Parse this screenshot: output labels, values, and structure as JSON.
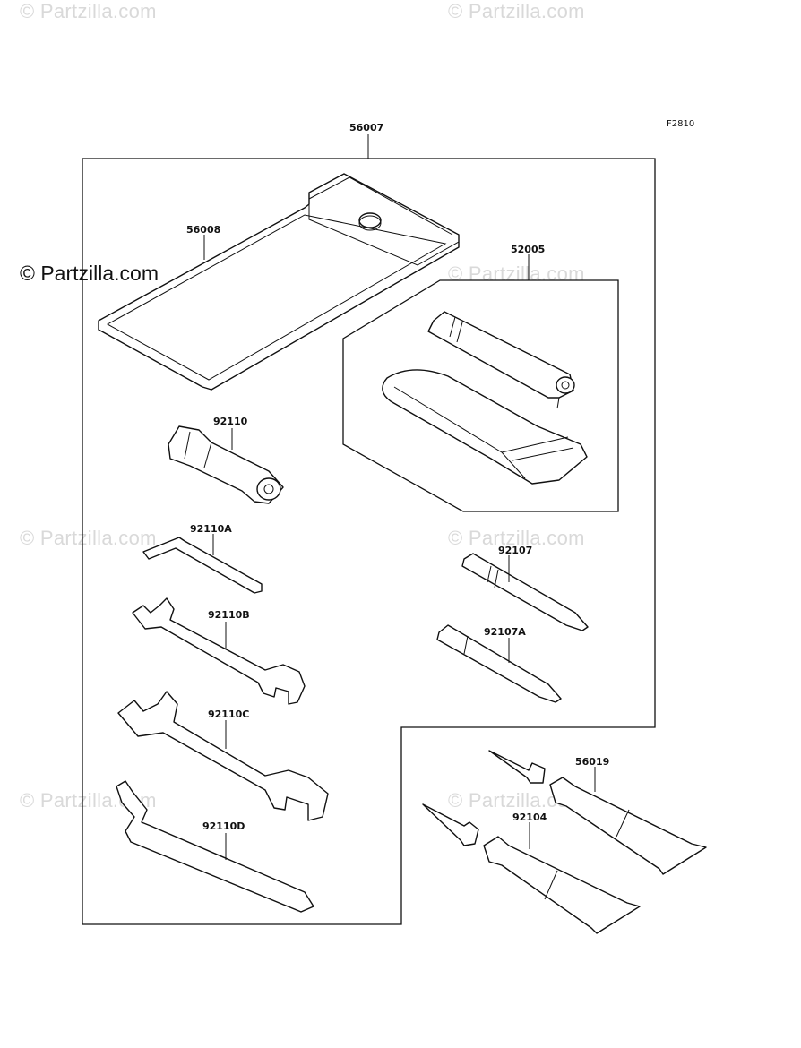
{
  "watermarks": {
    "text": "© Partzilla.com",
    "main_text": "© Partzilla.com"
  },
  "figure_code": "F2810",
  "parts": {
    "p56007": "56007",
    "p56008": "56008",
    "p52005": "52005",
    "p92110": "92110",
    "p92110A": "92110A",
    "p92110B": "92110B",
    "p92110C": "92110C",
    "p92110D": "92110D",
    "p92107": "92107",
    "p92107A": "92107A",
    "p56019": "56019",
    "p92104": "92104"
  }
}
